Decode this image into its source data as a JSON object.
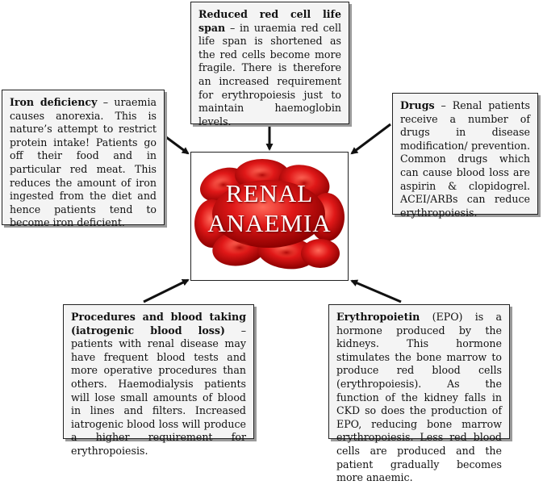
{
  "center": {
    "title_line1": "RENAL",
    "title_line2": "ANAEMIA"
  },
  "top_box": {
    "heading": "Reduced red cell life span",
    "body": " – in uraemia red cell life span is shortened as the red cells become more fragile. There is therefore an increased requirement for erythropoiesis just to maintain haemoglobin levels."
  },
  "left_box": {
    "heading": "Iron deficiency",
    "body": " – uraemia causes anorexia. This is nature’s attempt to restrict protein intake! Patients go off their food and in particular red meat. This reduces the amount of iron ingested from the diet and hence patients tend to become iron deficient."
  },
  "right_box": {
    "heading": "Drugs",
    "body": " – Renal patients receive a number of drugs in disease modification/ prevention. Common drugs which can cause blood loss are aspirin & clopidogrel. ACEI/ARBs can reduce erythropoiesis."
  },
  "bottom_left_box": {
    "heading": "Procedures and blood taking (iatrogenic blood loss)",
    "body": " – patients with renal disease may have frequent blood tests and more operative procedures than others. Haemodialysis patients will lose small amounts of blood in lines and filters. Increased iatrogenic blood loss will produce a higher requirement for erythropoiesis."
  },
  "bottom_right_box": {
    "heading": "Erythropoietin",
    "body": " (EPO) is a hormone produced by the kidneys. This hormone stimulates the bone marrow to produce red blood cells (erythropoiesis). As the function of the kidney falls in CKD so does the production of EPO, reducing bone marrow erythropoiesis. Less red blood cells are produced and the patient gradually becomes more anaemic."
  },
  "colors": {
    "cell_red": "#d01414",
    "cell_dark": "#8c0000",
    "cell_light": "#ff5a4a",
    "box_fill": "#f4f4f4",
    "shadow": "#9a9a9a"
  }
}
